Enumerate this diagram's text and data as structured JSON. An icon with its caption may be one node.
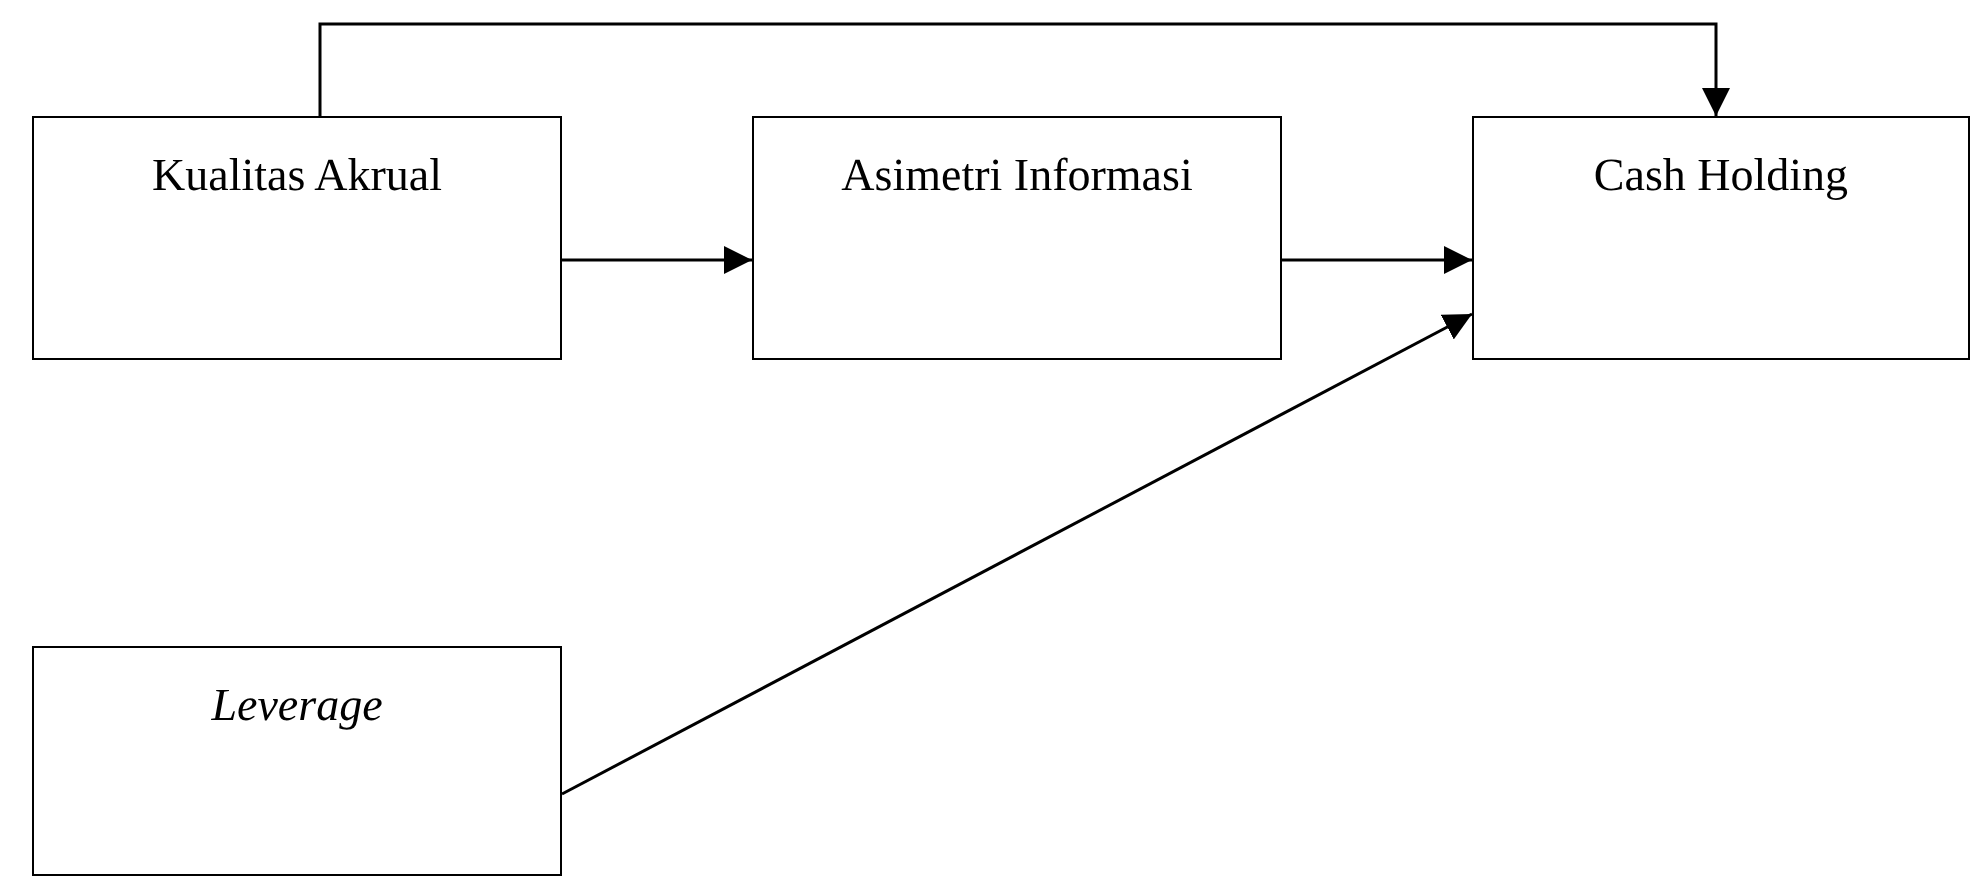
{
  "diagram": {
    "nodes": [
      {
        "text": [
          "Kualitas Akrual"
        ]
      },
      {
        "text": [
          "Asimetri Informasi"
        ]
      },
      {
        "text": [
          "Cash Holding"
        ]
      },
      {
        "text": [
          "Leverage"
        ]
      }
    ],
    "edges": [
      {
        "from": 0,
        "to": 1,
        "arrow": "to"
      },
      {
        "from": 1,
        "to": 2,
        "arrow": "to"
      },
      {
        "from": 3,
        "to": 2,
        "arrow": "to"
      },
      {
        "from": 0,
        "to": 2,
        "arrow": "to"
      }
    ]
  }
}
